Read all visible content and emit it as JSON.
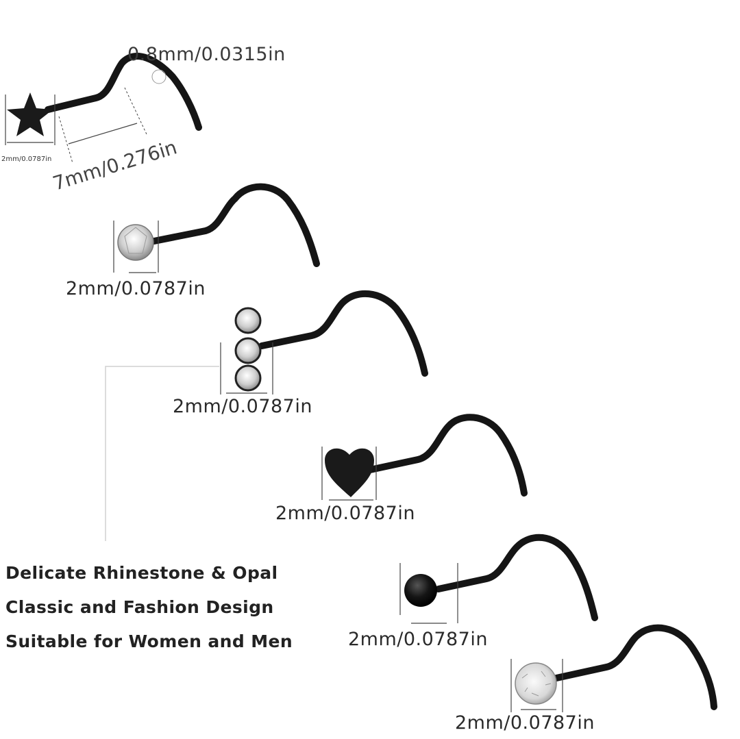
{
  "dimensions": {
    "wire_gauge": "0.8mm/0.0315in",
    "bar_length": "7mm/0.276in",
    "star_size": "2mm/0.0787in",
    "crystal_size": "2mm/0.0787in",
    "triple_crystal_size": "2mm/0.0787in",
    "heart_size": "2mm/0.0787in",
    "ball_size": "2mm/0.0787in",
    "opal_size": "2mm/0.0787in"
  },
  "features": [
    "Delicate Rhinestone & Opal",
    "Classic and Fashion Design",
    "Suitable for Women and Men"
  ],
  "colors": {
    "metal": "#151515",
    "text": "#2a2a2a",
    "background": "#ffffff"
  }
}
